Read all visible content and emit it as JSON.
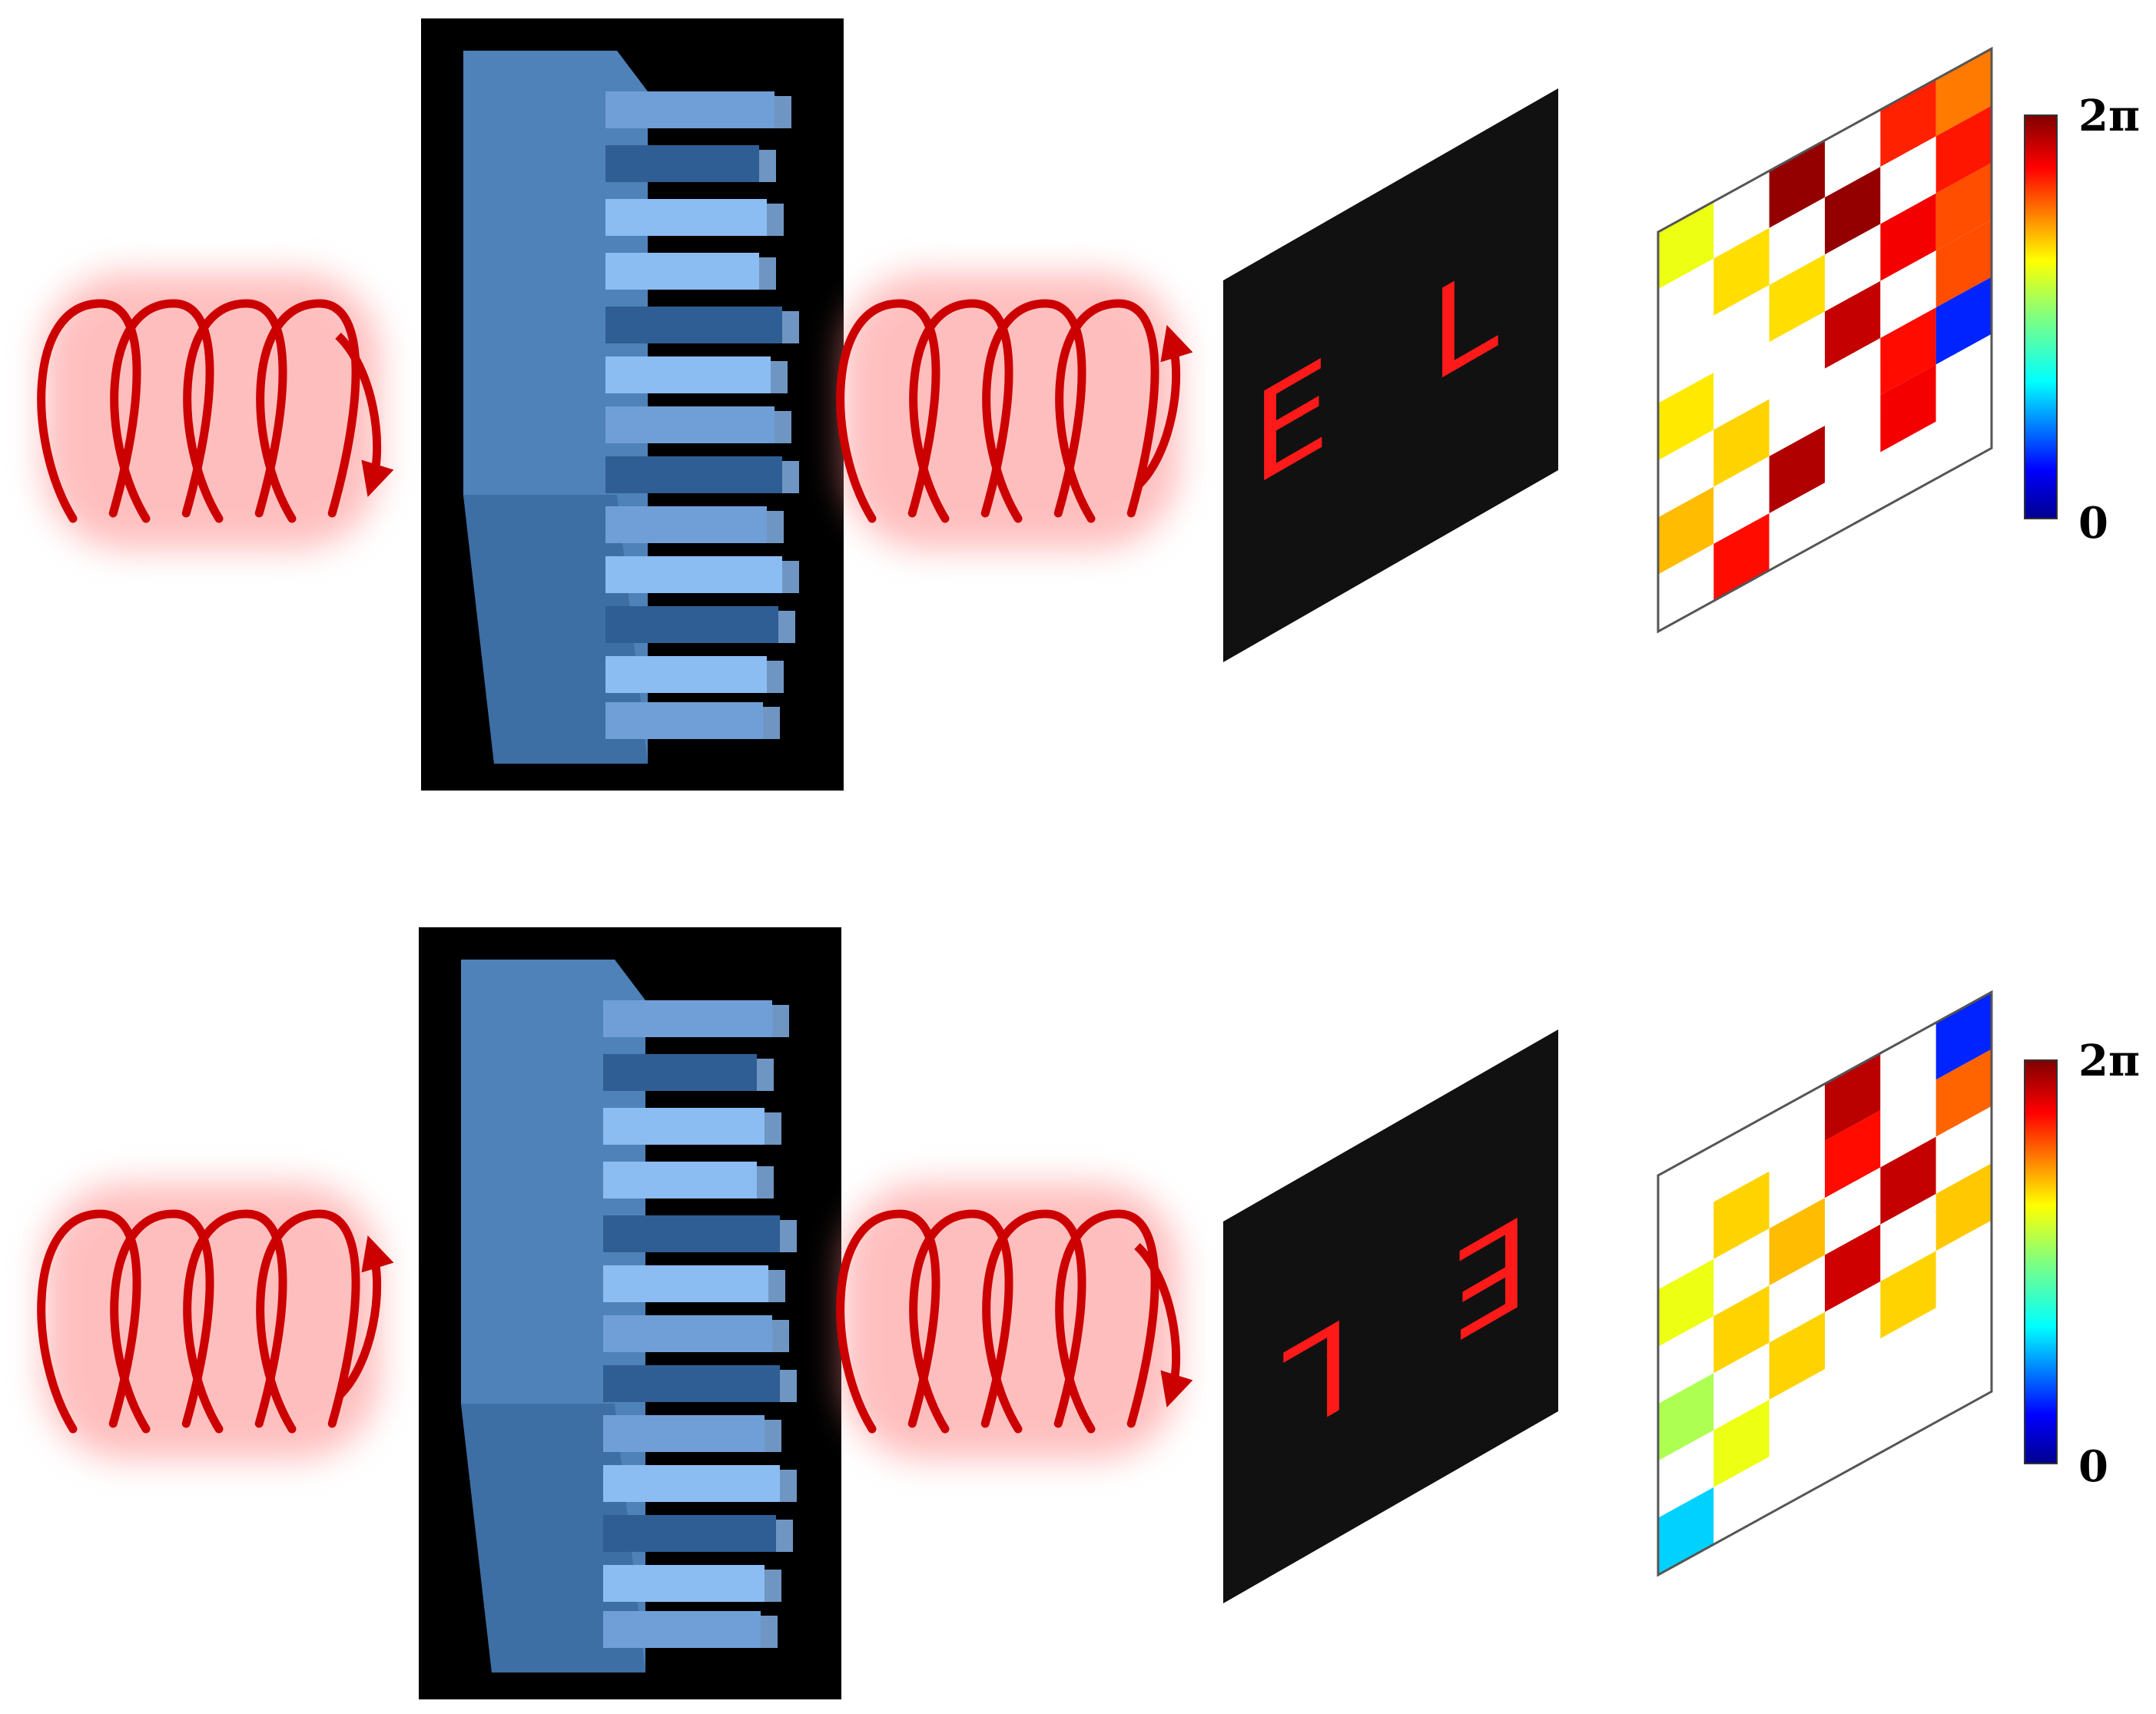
{
  "colors": {
    "wave": "#cc0000",
    "glow": "#ff8a8a",
    "screen_bg": "#111111",
    "image_letters": "#ff1a1a",
    "meta_bg": "#000000",
    "meta_substrate": "#4f82b8",
    "meta_substrate_side": "#3d6ea4",
    "meta_pillar_light": "#8bbcf2",
    "meta_pillar_mid": "#6f9fd6",
    "meta_pillar_dark": "#2f5e94",
    "grid_line": "#555555"
  },
  "panels": [
    {
      "id": "top",
      "input_handedness": "left",
      "output_handedness": "right",
      "image_text": "EL",
      "image_mirrored": false,
      "colorbar": {
        "max_label": "2π",
        "min_label": "0"
      },
      "phase_grid": [
        [
          0.62,
          null,
          0.98,
          null,
          0.84,
          0.76
        ],
        [
          null,
          0.67,
          null,
          0.98,
          null,
          0.85
        ],
        [
          null,
          null,
          0.67,
          null,
          0.88,
          0.8
        ],
        [
          0.66,
          null,
          null,
          0.93,
          null,
          0.8
        ],
        [
          null,
          0.68,
          null,
          null,
          0.86,
          0.15
        ],
        [
          0.7,
          null,
          0.95,
          null,
          0.88,
          null
        ],
        [
          null,
          0.86,
          null,
          null,
          null,
          null
        ]
      ]
    },
    {
      "id": "bottom",
      "input_handedness": "right",
      "output_handedness": "left",
      "image_text": "EL",
      "image_mirrored": true,
      "colorbar": {
        "max_label": "2π",
        "min_label": "0"
      },
      "phase_grid": [
        [
          null,
          null,
          null,
          0.94,
          null,
          0.15
        ],
        [
          null,
          0.68,
          null,
          0.86,
          null,
          0.78
        ],
        [
          0.62,
          null,
          0.7,
          null,
          0.93,
          null
        ],
        [
          null,
          0.68,
          null,
          0.92,
          null,
          0.69
        ],
        [
          0.55,
          null,
          0.68,
          null,
          0.68,
          null
        ],
        [
          null,
          0.62,
          null,
          null,
          null,
          null
        ],
        [
          0.3,
          null,
          null,
          null,
          null,
          null
        ]
      ]
    }
  ]
}
